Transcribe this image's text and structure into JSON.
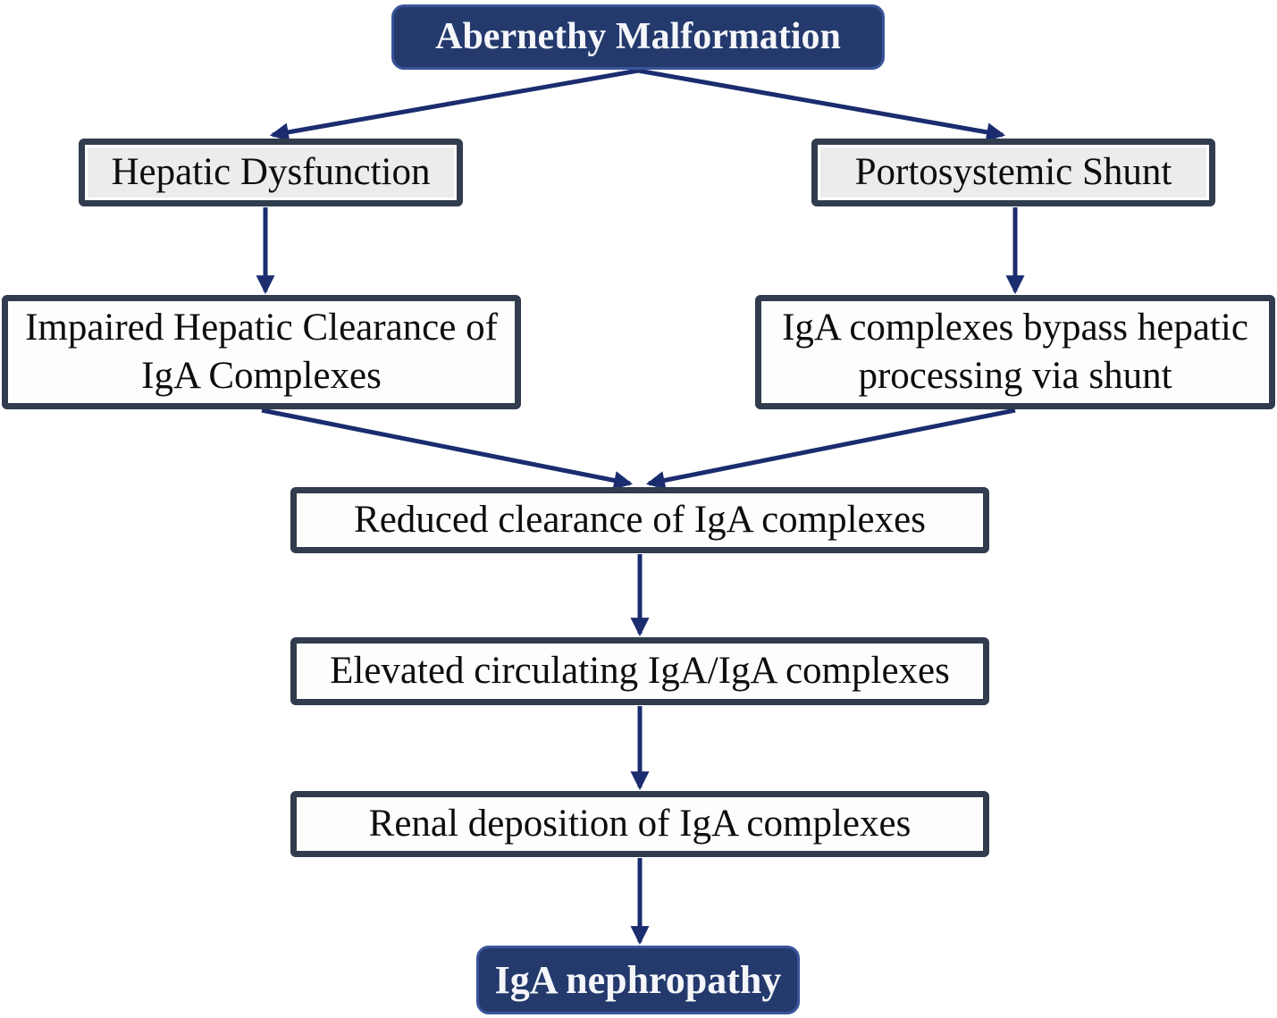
{
  "title": {
    "label": "Abernethy Malformation"
  },
  "nodes": {
    "hepatic_dysfunction": {
      "label": "Hepatic Dysfunction"
    },
    "portosystemic_shunt": {
      "label": "Portosystemic Shunt"
    },
    "impaired_clearance": {
      "label": "Impaired Hepatic Clearance of IgA Complexes"
    },
    "bypass_processing": {
      "label": "IgA complexes bypass hepatic processing via shunt"
    },
    "reduced_clearance": {
      "label": "Reduced clearance of IgA complexes"
    },
    "elevated_iga": {
      "label": "Elevated circulating IgA/IgA complexes"
    },
    "renal_deposition": {
      "label": "Renal deposition of IgA complexes"
    },
    "outcome": {
      "label": "IgA nephropathy"
    }
  },
  "edges": [
    {
      "from": "abernethy-malformation",
      "to": "hepatic-dysfunction"
    },
    {
      "from": "abernethy-malformation",
      "to": "portosystemic-shunt"
    },
    {
      "from": "hepatic-dysfunction",
      "to": "impaired-hepatic-clearance"
    },
    {
      "from": "portosystemic-shunt",
      "to": "iga-complexes-bypass"
    },
    {
      "from": "impaired-hepatic-clearance",
      "to": "reduced-clearance"
    },
    {
      "from": "iga-complexes-bypass",
      "to": "reduced-clearance"
    },
    {
      "from": "reduced-clearance",
      "to": "elevated-circulating-iga"
    },
    {
      "from": "elevated-circulating-iga",
      "to": "renal-deposition"
    },
    {
      "from": "renal-deposition",
      "to": "iga-nephropathy"
    }
  ],
  "colors": {
    "navy-fill": "#243a6d",
    "navy-border": "#3a549b",
    "slate-border": "#313c4e",
    "arrow": "#1b2c6f",
    "gray-fill": "#ececec",
    "white-fill": "#fdfdfd",
    "text": "#0d0d0d",
    "title-text": "#f5f6fa"
  }
}
